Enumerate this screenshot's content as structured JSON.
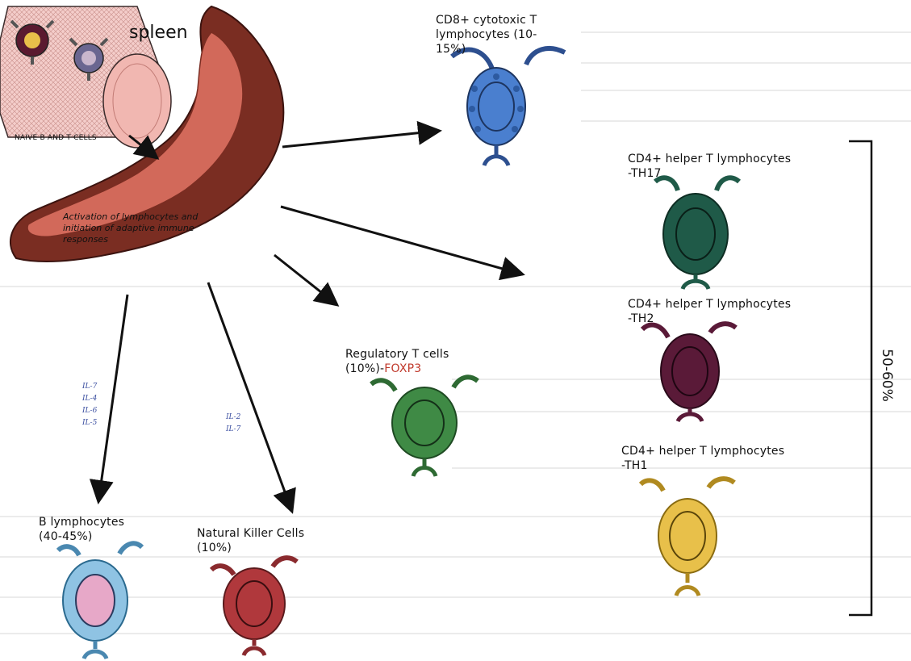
{
  "labels": {
    "spleen": "spleen",
    "naive": "NAIVE B AND T CELLS",
    "activation": [
      "Activation of lymphocytes and",
      "initiation of adaptive immune",
      "responses"
    ],
    "cd8": [
      "CD8+ cytotoxic T",
      "lymphocytes (10-",
      "15%)"
    ],
    "th17": [
      "CD4+ helper T lymphocytes",
      "-TH17"
    ],
    "th2": [
      "CD4+ helper T lymphocytes",
      "-TH2"
    ],
    "th1": [
      "CD4+ helper T lymphocytes",
      "-TH1"
    ],
    "treg": [
      "Regulatory T cells",
      "(10%)-",
      "FOXP3"
    ],
    "b_cells": [
      "B lymphocytes",
      "(40-45%)"
    ],
    "nk_cells": [
      "Natural Killer Cells",
      "(10%)"
    ],
    "cytokines_b": [
      "IL-7",
      "IL-4",
      "IL-6",
      "IL-5"
    ],
    "cytokines_nk": [
      "IL-2",
      "IL-7"
    ],
    "bracket": "50-60%"
  },
  "colors": {
    "cd8": "#4a7fcf",
    "th17": "#1f5a48",
    "th2": "#5a1a38",
    "th1": "#e8c04a",
    "treg": "#3f8a45",
    "b_cells": "#8fc3e3",
    "b_nucleus": "#e7a8c8",
    "nk_cells": "#b0383c",
    "spleen_outer": "#7a2d22",
    "spleen_inner": "#d2695a",
    "vessel": "#f2c6c2"
  }
}
